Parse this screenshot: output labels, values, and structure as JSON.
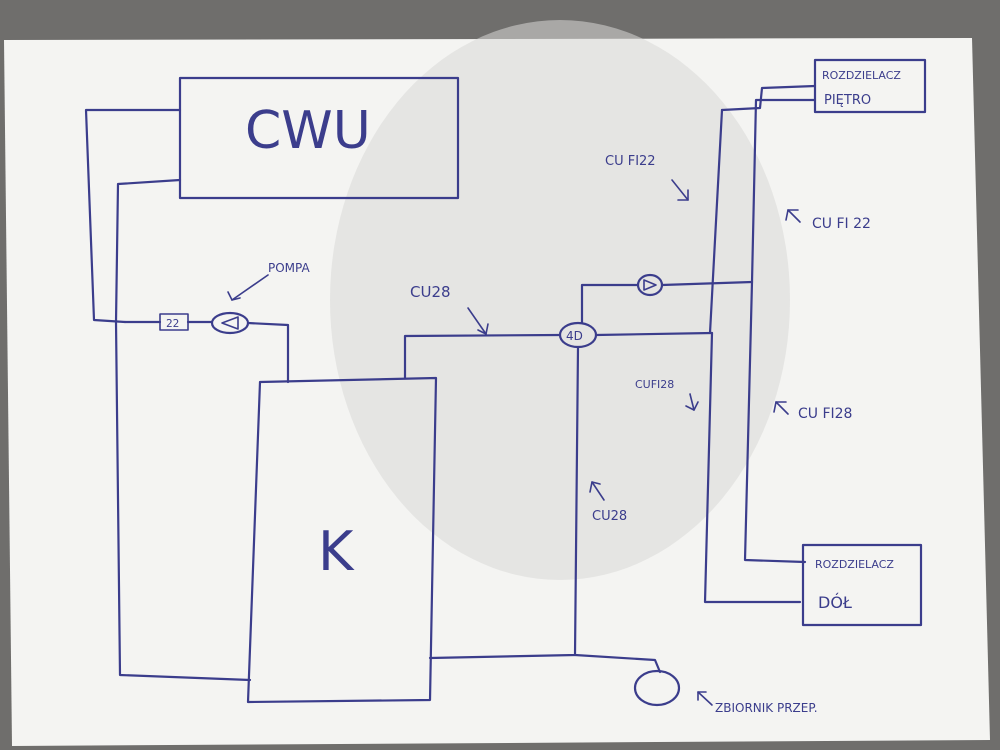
{
  "labels": {
    "cwu": "CWU",
    "boiler": "K",
    "pump_label": "POMPA",
    "fitting": "22",
    "valve": "4D",
    "cu28_top": "CU28",
    "cufi22_top": "CU FI22",
    "cufi22_right": "CU FI 22",
    "cufi28_mid": "CUFI28",
    "cufi28_right": "CU FI28",
    "cu28_mid": "CU28",
    "dist_upper_line1": "ROZDZIELACZ",
    "dist_upper_line2": "PIĘTRO",
    "dist_lower_line1": "ROZDZIELACZ",
    "dist_lower_line2": "DÓŁ",
    "tank": "ZBIORNIK PRZEP."
  },
  "colors": {
    "ink": "#3b3d8c",
    "paper": "#f4f4f2",
    "background": "#6f6e6c"
  }
}
